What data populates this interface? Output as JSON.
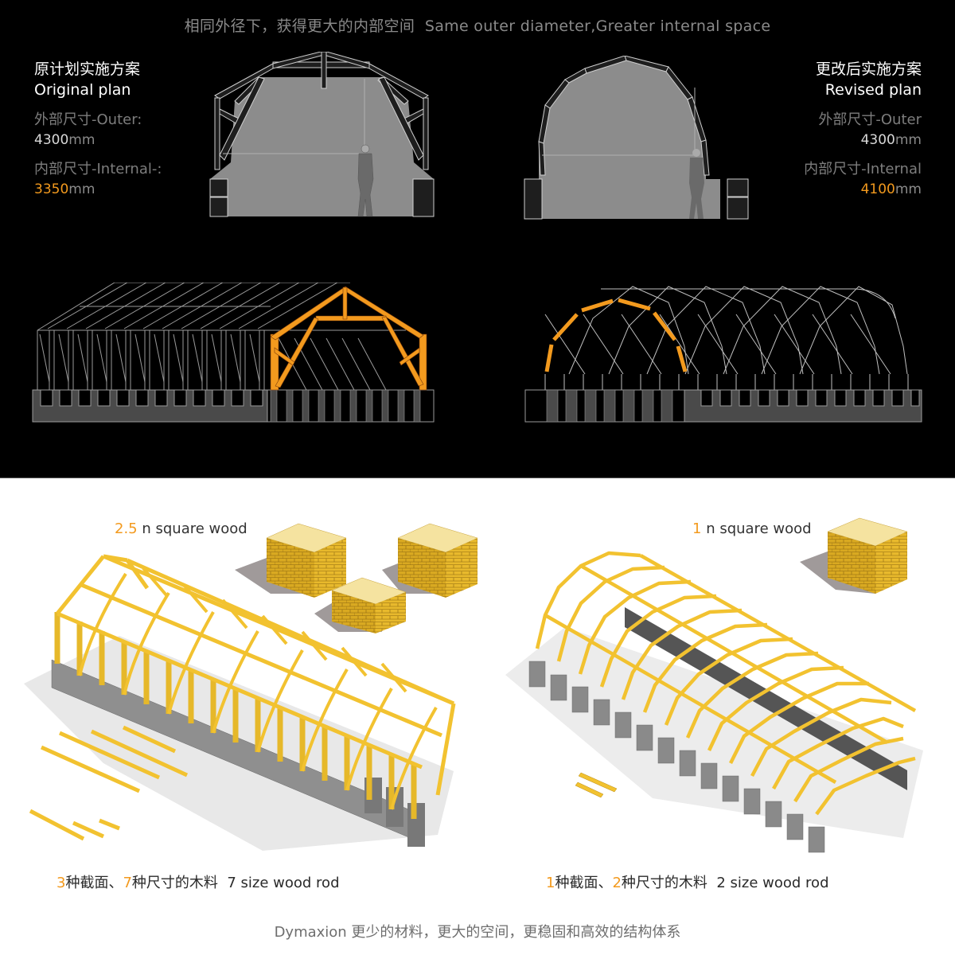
{
  "header": {
    "title_cn": "相同外径下，获得更大的内部空间",
    "title_en": "Same outer diameter,Greater internal space"
  },
  "original_plan": {
    "name_cn": "原计划实施方案",
    "name_en": "Original plan",
    "outer_label": "外部尺寸-Outer:",
    "outer_value": "4300",
    "outer_unit": "mm",
    "internal_label": "内部尺寸-Internal-:",
    "internal_value": "3350",
    "internal_unit": "mm"
  },
  "revised_plan": {
    "name_cn": "更改后实施方案",
    "name_en": "Revised plan",
    "outer_label": "外部尺寸-Outer",
    "outer_value": "4300",
    "outer_unit": "mm",
    "internal_label": "内部尺寸-Internal",
    "internal_value": "4100",
    "internal_unit": "mm"
  },
  "materials": {
    "original": {
      "quantity": "2.5",
      "label": "n square wood",
      "stack_count": 3
    },
    "revised": {
      "quantity": "1",
      "label": "n square wood",
      "stack_count": 1
    }
  },
  "rod_captions": {
    "original": {
      "sections_num": "3",
      "sections_text": "种截面、",
      "sizes_num": "7",
      "sizes_text": "种尺寸的木料",
      "en": "7 size wood rod"
    },
    "revised": {
      "sections_num": "1",
      "sections_text": "种截面、",
      "sizes_num": "2",
      "sizes_text": "种尺寸的木料",
      "en": "2 size wood rod"
    }
  },
  "footer": {
    "text": "Dymaxion 更少的材料，更大的空间，更稳固和高效的结构体系"
  },
  "colors": {
    "accent_orange": "#f39a1e",
    "timber_yellow": "#f2c230",
    "section_fill": "#8c8c8c",
    "background_top": "#000000",
    "background_bottom": "#ffffff"
  }
}
